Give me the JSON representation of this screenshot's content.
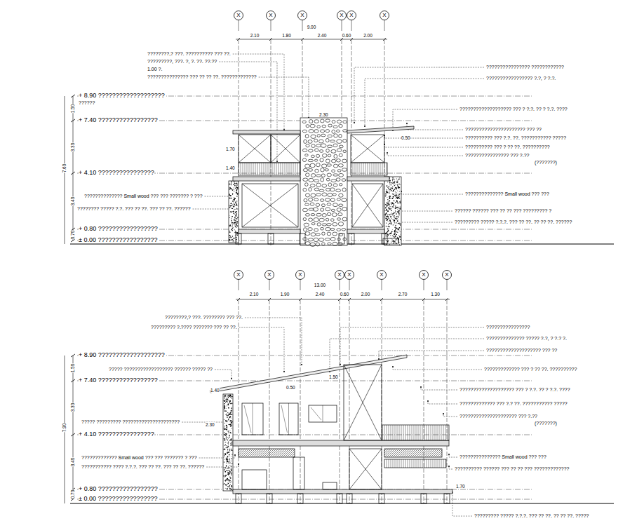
{
  "diagram": {
    "nodes": [
      {
        "text": [
          "X"
        ]
      },
      {
        "text": [
          "X"
        ]
      },
      {
        "text": [
          "X"
        ]
      },
      {
        "text": [
          "X"
        ]
      },
      {
        "text": [
          "X"
        ]
      },
      {
        "text": [
          "X"
        ]
      },
      {
        "text": [
          "X"
        ]
      },
      {
        "text": [
          "X"
        ]
      },
      {
        "text": [
          "X"
        ]
      },
      {
        "text": [
          "X"
        ]
      },
      {
        "text": [
          "X"
        ]
      },
      {
        "text": [
          "X"
        ]
      },
      {
        "text": [
          "X"
        ]
      },
      {
        "text": [
          "X"
        ]
      }
    ],
    "labels": [
      "9.00",
      "2.10",
      "1.80",
      "2.40",
      "0.60",
      "2.00",
      "+ 8.90 ???????????????????",
      "??????",
      "+ 7.40 ?????????????????",
      "+ 4.10 ????????????????",
      "+ 0.80 ?????????????????",
      "± 0.00 ?????????????????",
      "1.50",
      "3.30",
      "3.40",
      "0.70",
      "7.60",
      "????????,? ???. ?????????? ??? ??.",
      "?????????, ???. ?, ?. ??. ??.??",
      "1.00 ?.",
      "??????????????? ??? ?? ?? ??. ?????????????",
      "?????????????? Small wood ??? ??? ??????? ? ???",
      "???????? ????? ?.?. ??? ?? ??. ??? ?? ??. ??????",
      "???????????????? ????????????",
      "????????????????? ?.?, ? ?.?.",
      "??????????????????? ??? ? ?.?. ?? ? ?.?. ????",
      "?????????????????????? ??? ??",
      "?????????? ??? ?.?. ??. ??????????? ?????",
      "?????????? ??? ? ?? ??. ??????????",
      "???????????????? ??? ?.??",
      "(???????)",
      "?????????????? Small wood ??? ???",
      "?????? ?????? ??? ?? ?? ??? ????????? ?",
      "????????? ????? ?.?.?. ??? ?? ??. ?? ?? ??. ??????",
      "2.30",
      "1.70",
      "1.40",
      "0.50",
      "13.00",
      "2.10",
      "1.90",
      "2.40",
      "0.60",
      "2.00",
      "2.70",
      "1.30",
      "+ 8.90 ???????????????????",
      "+ 7.40 ?????????????????",
      "+ 4.10 ????????????????",
      "+ 0.80 ?????????????????",
      "± 0.00 ?????????????????",
      "1.50",
      "3.30",
      "3.40",
      "0.70",
      "7.90",
      "????????,? ???. ???????? ??? ??.",
      "????????? ?.???? ??????? ??? ?? ??.",
      "????? ?????????????????? ?????? ????? ??",
      "????? ????????? ?????????????????????",
      "????????????? Small wood ??? ??? ??????? ? ???",
      "??????????? ???? ?.?.?. ??? ?? ??. ??? ?? ??. ??????",
      "????????????????",
      "?????????????? ????? ?.?, ? ?.? ?.",
      "???????????????????? ??? ??",
      "????????????? ??? ? ?? ??. ??????????",
      "???????????????????? ??? ? ?.?. ?? ? ?.?. ????",
      "????????????? ??? ?.? ??. ??????????? ?????",
      "????????????????????? ??? ?.??",
      "(???????)",
      "??????????????? Small wood ??? ???",
      "?????????? ?????? ??? ?? ?? ??? ?????????????",
      "????????? ????? ?.?.?. ??? ?? ??. ?? ?? ??. ?????",
      "1.40",
      "2.30",
      "1.50",
      "0.50",
      "1.70"
    ]
  }
}
